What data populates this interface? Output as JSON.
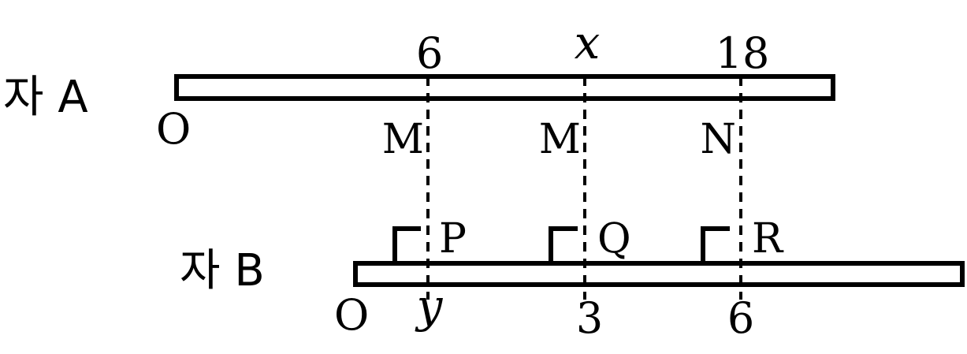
{
  "ruler_a": {
    "name": "자 A",
    "origin_label": "O",
    "scale_labels": [
      "6",
      "x",
      "18"
    ],
    "point_labels": [
      "M",
      "M",
      "N"
    ]
  },
  "ruler_b": {
    "name": "자 B",
    "origin_label": "O",
    "scale_labels": [
      "y",
      "3",
      "6"
    ],
    "marker_labels": [
      "P",
      "Q",
      "R"
    ]
  },
  "colors": {
    "stroke": "#000000",
    "background": "#ffffff"
  }
}
